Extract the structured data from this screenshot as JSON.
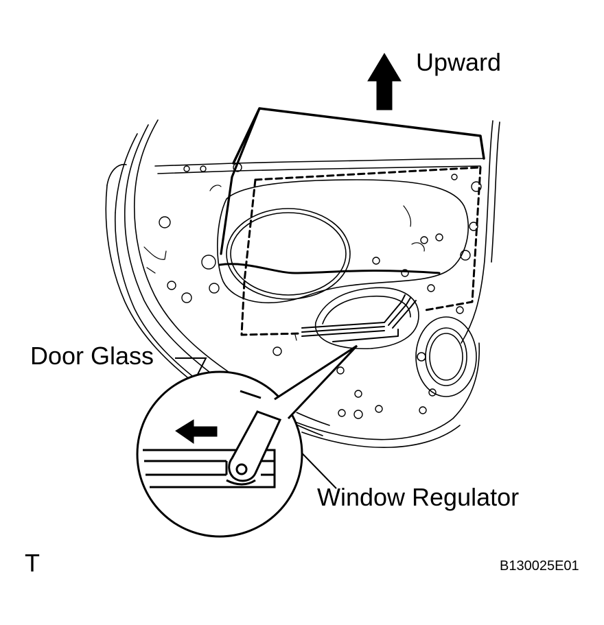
{
  "labels": {
    "upward": "Upward",
    "door_glass": "Door Glass",
    "window_regulator": "Window Regulator",
    "corner_mark": "T",
    "figure_code": "B130025E01"
  },
  "colors": {
    "ink": "#000000",
    "paper": "#ffffff"
  },
  "icons": {
    "upward": "arrow-up-icon",
    "slide": "arrow-left-icon"
  }
}
